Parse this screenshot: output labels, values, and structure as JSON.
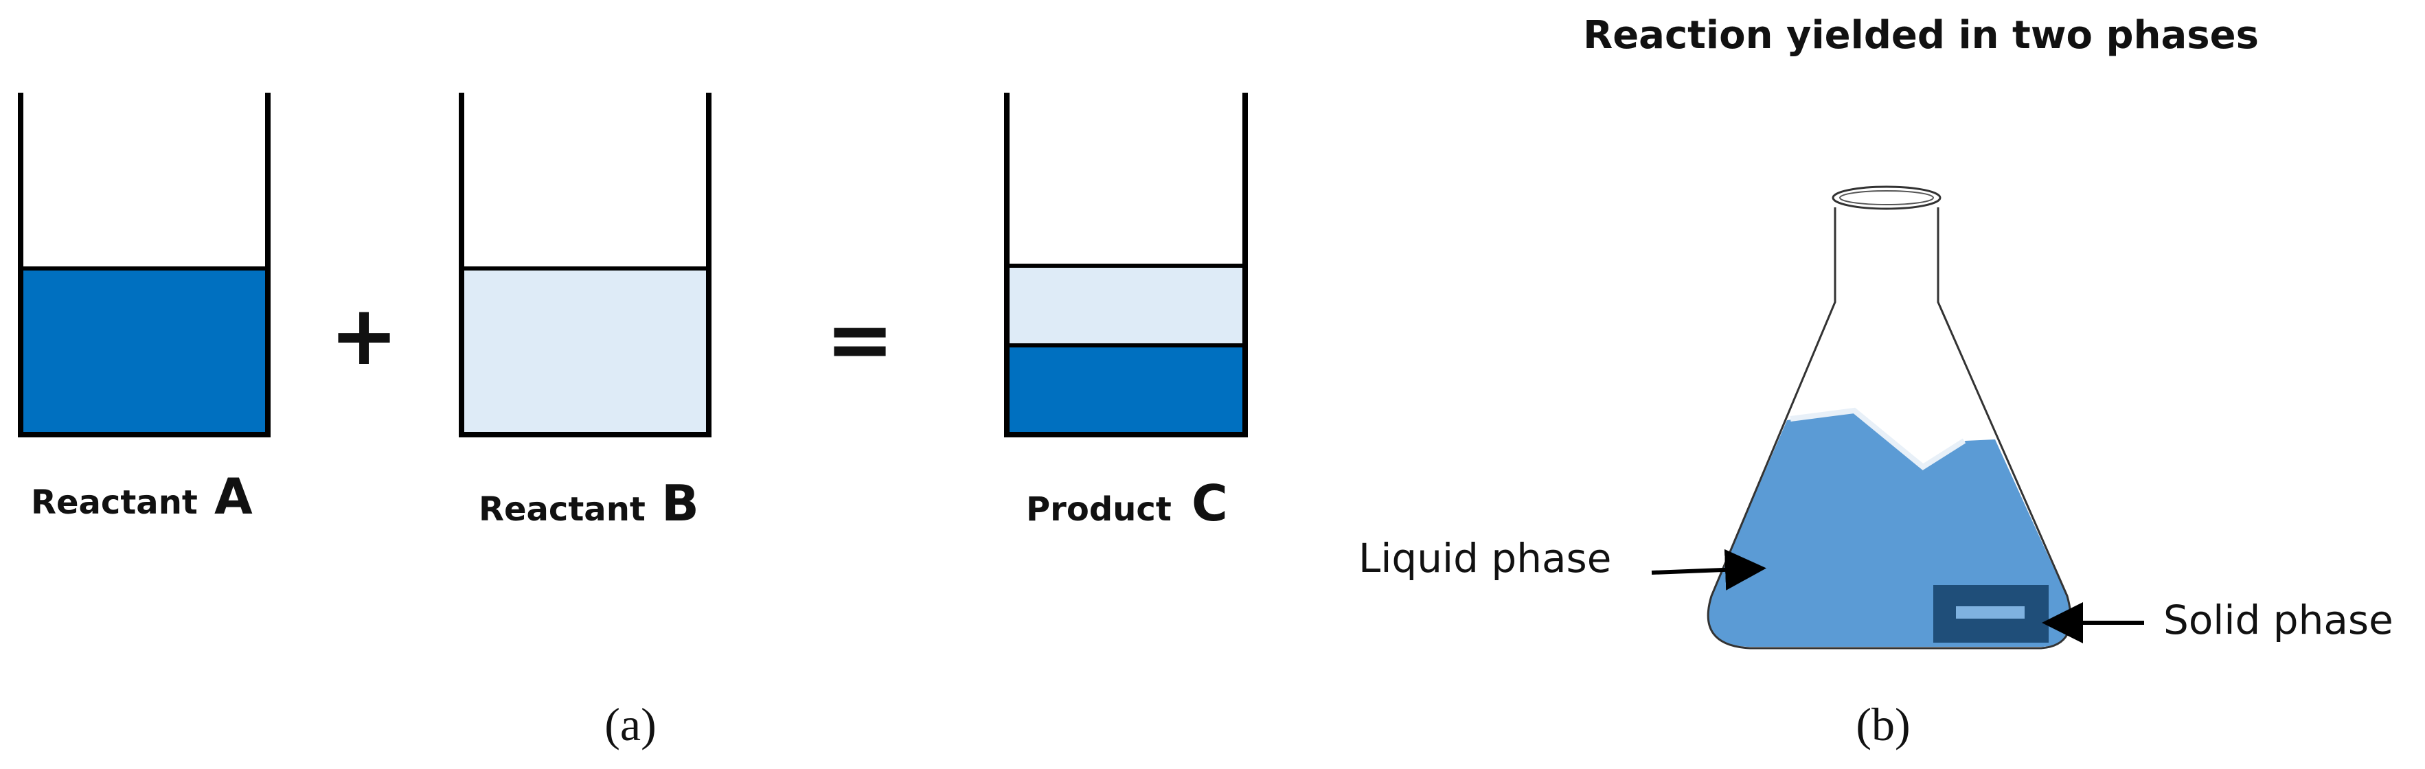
{
  "colors": {
    "dark_blue": "#0070C0",
    "light_blue": "#DEEBF7",
    "flask_liquid": "#5B9BD5",
    "solid_block": "#1F4E79",
    "solid_inner": "#7FB2E0",
    "outline": "#000000"
  },
  "panel_a": {
    "reactant_a": {
      "word": "Reactant",
      "letter": "A"
    },
    "plus": "+",
    "reactant_b": {
      "word": "Reactant",
      "letter": "B"
    },
    "equals": "=",
    "product_c": {
      "word": "Product",
      "letter": "C"
    },
    "caption": "(a)"
  },
  "panel_b": {
    "title": "Reaction yielded in two phases",
    "liquid_label": "Liquid phase",
    "solid_label": "Solid phase",
    "caption": "(b)"
  }
}
